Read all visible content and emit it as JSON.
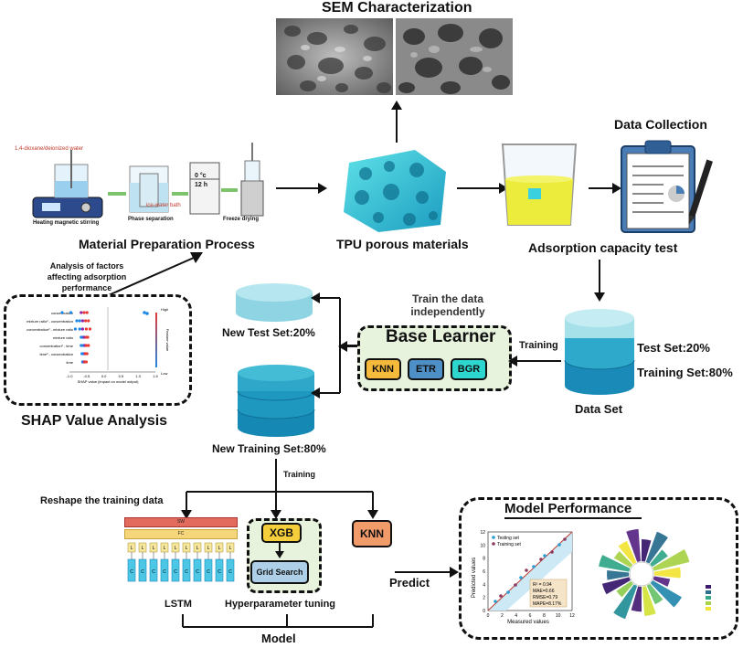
{
  "sem": {
    "title": "SEM Characterization"
  },
  "prep": {
    "water_label": "1,4-dioxane/deionized water",
    "ice_label": "ice-water bath",
    "freezer_temp": "0 °c",
    "freezer_time": "12 h",
    "step1": "Heating magnetic stirring",
    "step2": "Phase separation",
    "step3": "Freeze drying",
    "title": "Material Preparation Process"
  },
  "tpu": {
    "title": "TPU porous materials"
  },
  "adsorption": {
    "title": "Adsorption capacity test"
  },
  "collection": {
    "title": "Data Collection"
  },
  "analysis": {
    "line1": "Analysis of factors",
    "line2": "affecting adsorption",
    "line3": "performance"
  },
  "shap": {
    "title": "SHAP Value Analysis",
    "features": [
      "concentration",
      "mixture ratio² - concentration",
      "concentration² - mixture ratio",
      "mixture ratio",
      "concentration² - time",
      "time² - concentration",
      "time"
    ],
    "xlabel": "SHAP value (impact on model output)",
    "ticks": [
      "-1.0",
      "-0.5",
      "0.0",
      "0.5",
      "1.0",
      "1.5"
    ],
    "high": "High",
    "low": "Low",
    "side": "Feature value"
  },
  "split": {
    "test": "New Test Set:20%",
    "train": "New Training Set:80%"
  },
  "base": {
    "header_line1": "Train the data",
    "header_line2": "independently",
    "title": "Base Learner",
    "learners": [
      "KNN",
      "ETR",
      "BGR"
    ],
    "training": "Training"
  },
  "dataset": {
    "test": "Test Set:20%",
    "train": "Training Set:80%",
    "label": "Data Set"
  },
  "model": {
    "training": "Training",
    "reshape": "Reshape the training data",
    "sw": "SW",
    "fc": "FC",
    "l": "L",
    "c": "C",
    "xgb": "XGB",
    "grid": "Grid Search",
    "knn": "KNN",
    "lstm": "LSTM",
    "hyper": "Hyperparameter tuning",
    "model": "Model",
    "predict": "Predict"
  },
  "performance": {
    "title": "Model Performance",
    "legend": [
      "Testing set",
      "Training set"
    ],
    "xlabel": "Measured values",
    "ylabel": "Predicted values",
    "r2": "R² = 0.94",
    "mae": "MAE=0.66",
    "rmse": "RMSE=0.79",
    "mape": "MAPE=8.17%",
    "ticks": [
      "0",
      "2",
      "4",
      "6",
      "8",
      "10",
      "12"
    ],
    "yticks": [
      "0",
      "2",
      "4",
      "6",
      "8",
      "10",
      "12"
    ],
    "colors": {
      "testing": "#2a9fd6",
      "training": "#8b3a62"
    }
  },
  "colors": {
    "knn": "#f5b93b",
    "etr": "#4f8fc7",
    "bgr": "#2ed6d0",
    "xgb": "#f5cf3b",
    "knn2": "#f19a6a",
    "green_bg": "#e8f3de",
    "cyl_dark": "#1a8bb8",
    "cyl_light": "#a6e1ea"
  }
}
